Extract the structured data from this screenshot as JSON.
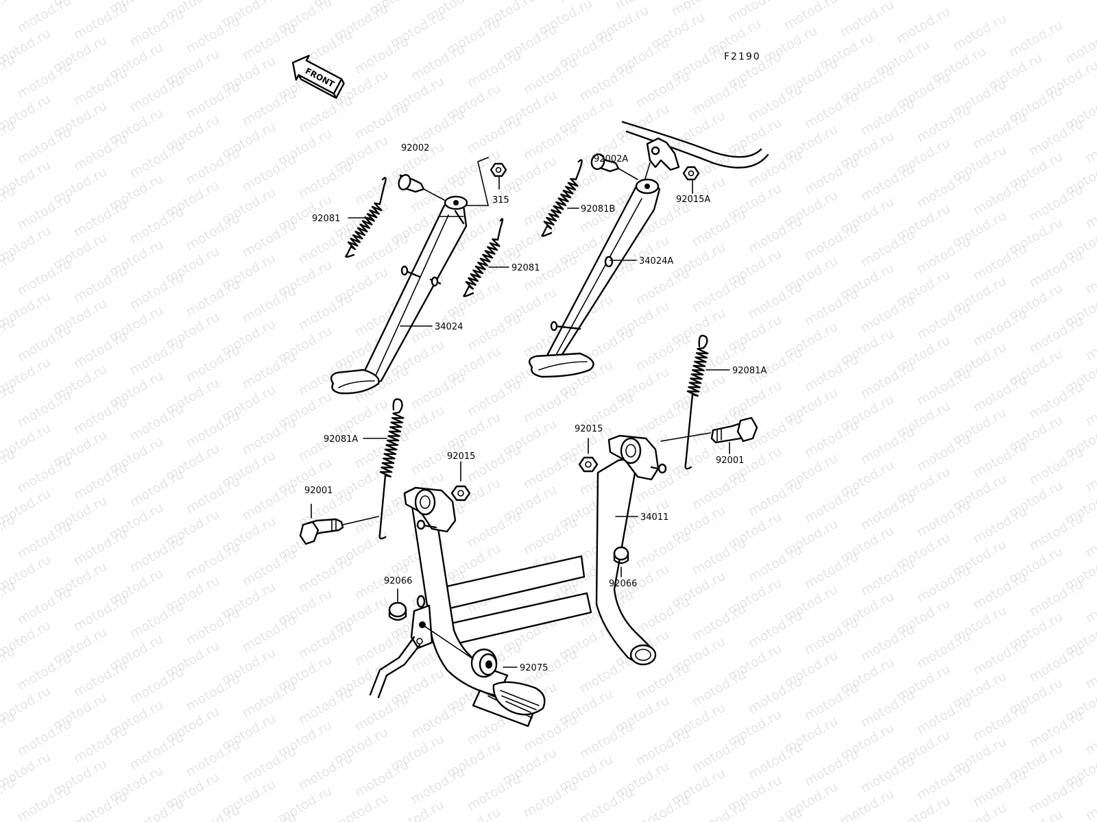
{
  "figure_code": "F2190",
  "front_label": "FRONT",
  "watermark_text": "motod.ru",
  "callouts": [
    {
      "id": "c-92002",
      "text": "92002"
    },
    {
      "id": "c-315",
      "text": "315"
    },
    {
      "id": "c-92081-top",
      "text": "92081"
    },
    {
      "id": "c-92081-mid",
      "text": "92081"
    },
    {
      "id": "c-34024",
      "text": "34024"
    },
    {
      "id": "c-92002A",
      "text": "92002A"
    },
    {
      "id": "c-92081B",
      "text": "92081B"
    },
    {
      "id": "c-92015A",
      "text": "92015A"
    },
    {
      "id": "c-34024A",
      "text": "34024A"
    },
    {
      "id": "c-92081A-right",
      "text": "92081A"
    },
    {
      "id": "c-92015-right",
      "text": "92015"
    },
    {
      "id": "c-92001-right",
      "text": "92001"
    },
    {
      "id": "c-92081A-left",
      "text": "92081A"
    },
    {
      "id": "c-92015-left",
      "text": "92015"
    },
    {
      "id": "c-92001-left",
      "text": "92001"
    },
    {
      "id": "c-34011",
      "text": "34011"
    },
    {
      "id": "c-92066-right",
      "text": "92066"
    },
    {
      "id": "c-92066-left",
      "text": "92066"
    },
    {
      "id": "c-92075",
      "text": "92075"
    }
  ]
}
